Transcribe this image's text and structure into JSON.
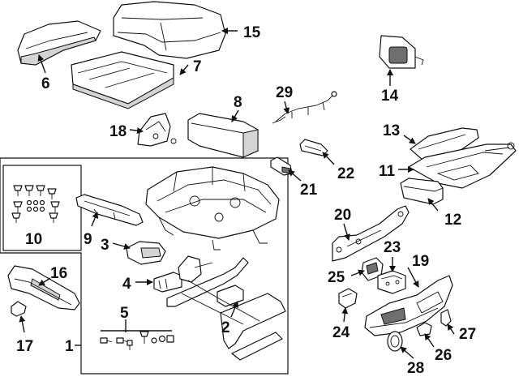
{
  "callouts": [
    {
      "id": "1",
      "label": "1"
    },
    {
      "id": "2",
      "label": "2"
    },
    {
      "id": "3",
      "label": "3"
    },
    {
      "id": "4",
      "label": "4"
    },
    {
      "id": "5",
      "label": "5"
    },
    {
      "id": "6",
      "label": "6"
    },
    {
      "id": "7",
      "label": "7"
    },
    {
      "id": "8",
      "label": "8"
    },
    {
      "id": "9",
      "label": "9"
    },
    {
      "id": "10",
      "label": "10"
    },
    {
      "id": "11",
      "label": "11"
    },
    {
      "id": "12",
      "label": "12"
    },
    {
      "id": "13",
      "label": "13"
    },
    {
      "id": "14",
      "label": "14"
    },
    {
      "id": "15",
      "label": "15"
    },
    {
      "id": "16",
      "label": "16"
    },
    {
      "id": "17",
      "label": "17"
    },
    {
      "id": "18",
      "label": "18"
    },
    {
      "id": "19",
      "label": "19"
    },
    {
      "id": "20",
      "label": "20"
    },
    {
      "id": "21",
      "label": "21"
    },
    {
      "id": "22",
      "label": "22"
    },
    {
      "id": "23",
      "label": "23"
    },
    {
      "id": "24",
      "label": "24"
    },
    {
      "id": "25",
      "label": "25"
    },
    {
      "id": "26",
      "label": "26"
    },
    {
      "id": "27",
      "label": "27"
    },
    {
      "id": "28",
      "label": "28"
    },
    {
      "id": "29",
      "label": "29"
    }
  ]
}
